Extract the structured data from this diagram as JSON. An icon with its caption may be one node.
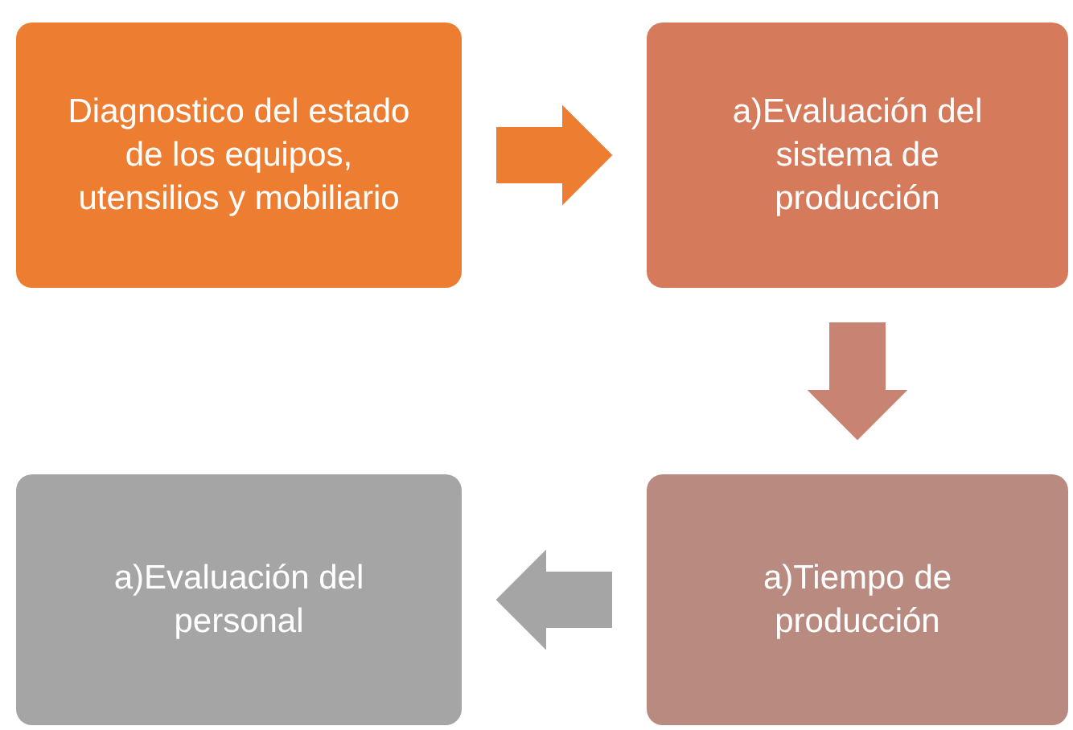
{
  "diagram": {
    "nodes": [
      {
        "text": [
          "Diagnostico del estado de los equipos, utensilios y mobiliario"
        ]
      },
      {
        "text": [
          "a)Evaluación del sistema de producción"
        ]
      },
      {
        "text": [
          "a)Tiempo de producción"
        ]
      },
      {
        "text": [
          "a)Evaluación del personal"
        ]
      }
    ],
    "edges": [
      {
        "from": 0,
        "to": 1,
        "arrow": "to",
        "style": "thick",
        "color": "#ed7d31"
      },
      {
        "from": 1,
        "to": 2,
        "arrow": "to",
        "style": "thick",
        "color": "#c98372"
      },
      {
        "from": 2,
        "to": 3,
        "arrow": "to",
        "style": "thick",
        "color": "#a5a5a5"
      }
    ]
  }
}
